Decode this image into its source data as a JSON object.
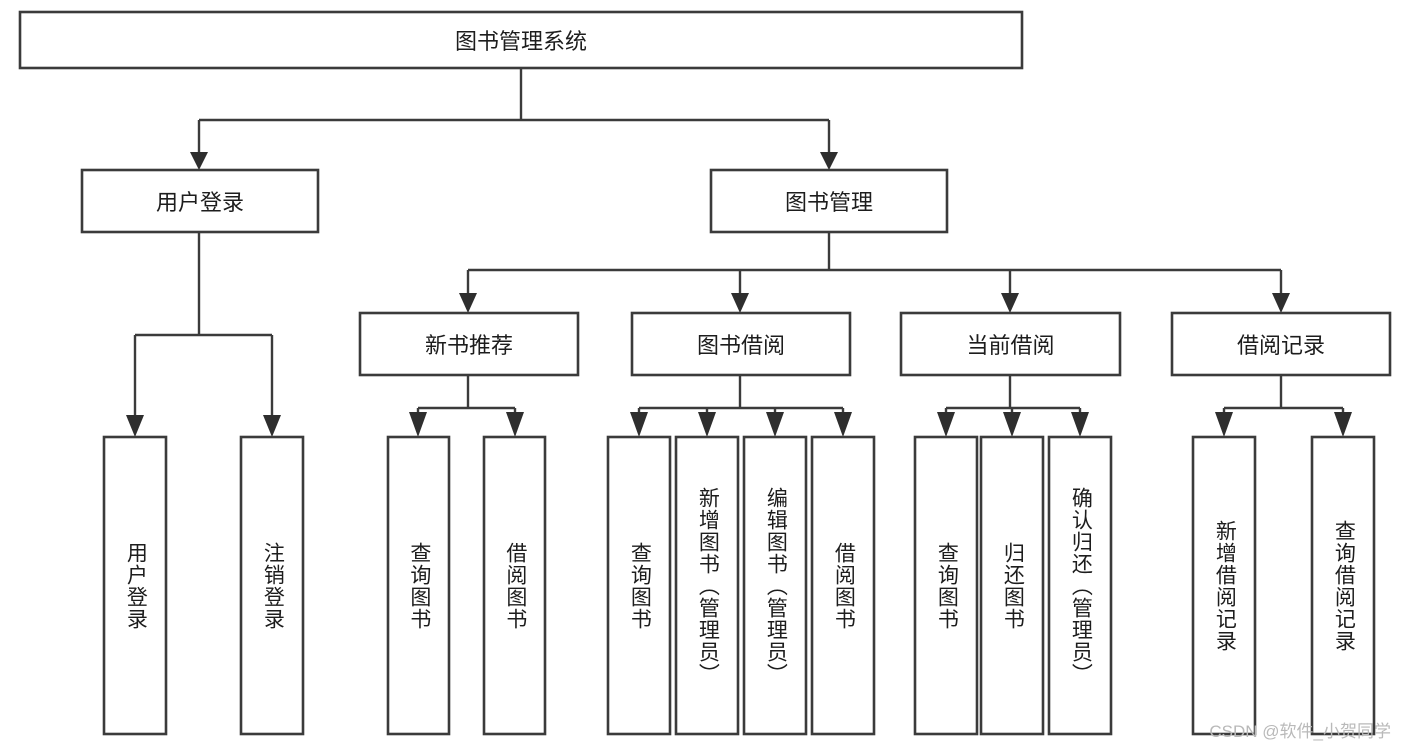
{
  "diagram": {
    "title": "图书管理系统",
    "watermark": "CSDN @软件_小贺同学",
    "style": {
      "box_fill": "#ffffff",
      "box_stroke": "#3b3b3b",
      "connector_color": "#3b3b3b",
      "text_color": "#1d1d1d",
      "background": "#ffffff",
      "watermark_color": "#b9b9b9"
    },
    "root": {
      "label": "图书管理系统",
      "orientation": "horizontal"
    },
    "level2": [
      {
        "label": "用户登录",
        "orientation": "horizontal"
      },
      {
        "label": "图书管理",
        "orientation": "horizontal"
      }
    ],
    "level3": [
      {
        "label": "新书推荐",
        "orientation": "horizontal",
        "parent": "图书管理"
      },
      {
        "label": "图书借阅",
        "orientation": "horizontal",
        "parent": "图书管理"
      },
      {
        "label": "当前借阅",
        "orientation": "horizontal",
        "parent": "图书管理"
      },
      {
        "label": "借阅记录",
        "orientation": "horizontal",
        "parent": "图书管理"
      }
    ],
    "leaves": {
      "用户登录": [
        {
          "label": "用户登录",
          "orientation": "vertical"
        },
        {
          "label": "注销登录",
          "orientation": "vertical"
        }
      ],
      "新书推荐": [
        {
          "label": "查询图书",
          "orientation": "vertical"
        },
        {
          "label": "借阅图书",
          "orientation": "vertical"
        }
      ],
      "图书借阅": [
        {
          "label": "查询图书",
          "orientation": "vertical"
        },
        {
          "label": "新增图书（管理员）",
          "orientation": "vertical"
        },
        {
          "label": "编辑图书（管理员）",
          "orientation": "vertical"
        },
        {
          "label": "借阅图书",
          "orientation": "vertical"
        }
      ],
      "当前借阅": [
        {
          "label": "查询图书",
          "orientation": "vertical"
        },
        {
          "label": "归还图书",
          "orientation": "vertical"
        },
        {
          "label": "确认归还（管理员）",
          "orientation": "vertical"
        }
      ],
      "借阅记录": [
        {
          "label": "新增借阅记录",
          "orientation": "vertical"
        },
        {
          "label": "查询借阅记录",
          "orientation": "vertical"
        }
      ]
    }
  }
}
